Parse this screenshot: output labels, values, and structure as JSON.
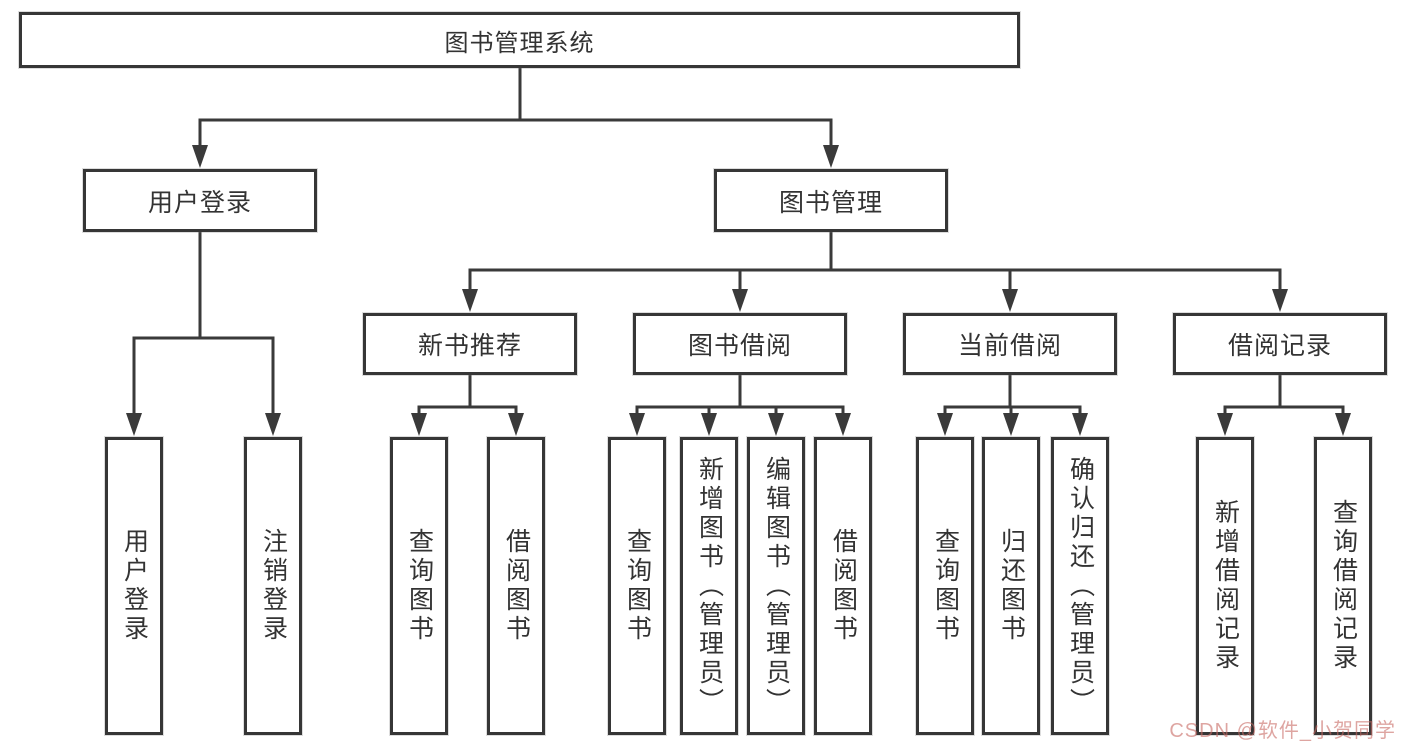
{
  "diagram": {
    "root": "图书管理系统",
    "level2": {
      "login": "用户登录",
      "management": "图书管理"
    },
    "login_children": [
      "用户登录",
      "注销登录"
    ],
    "sections": [
      {
        "label": "新书推荐",
        "children": [
          "查询图书",
          "借阅图书"
        ]
      },
      {
        "label": "图书借阅",
        "children": [
          "查询图书",
          "新增图书（管理员）",
          "编辑图书（管理员）",
          "借阅图书"
        ]
      },
      {
        "label": "当前借阅",
        "children": [
          "查询图书",
          "归还图书",
          "确认归还（管理员）"
        ]
      },
      {
        "label": "借阅记录",
        "children": [
          "新增借阅记录",
          "查询借阅记录"
        ]
      }
    ]
  },
  "watermark": {
    "text": "CSDN @软件_小贺同学"
  },
  "colors": {
    "line": "#3a3a3a",
    "border": "#363636",
    "text": "#333333",
    "watermark": "#c96a64"
  }
}
